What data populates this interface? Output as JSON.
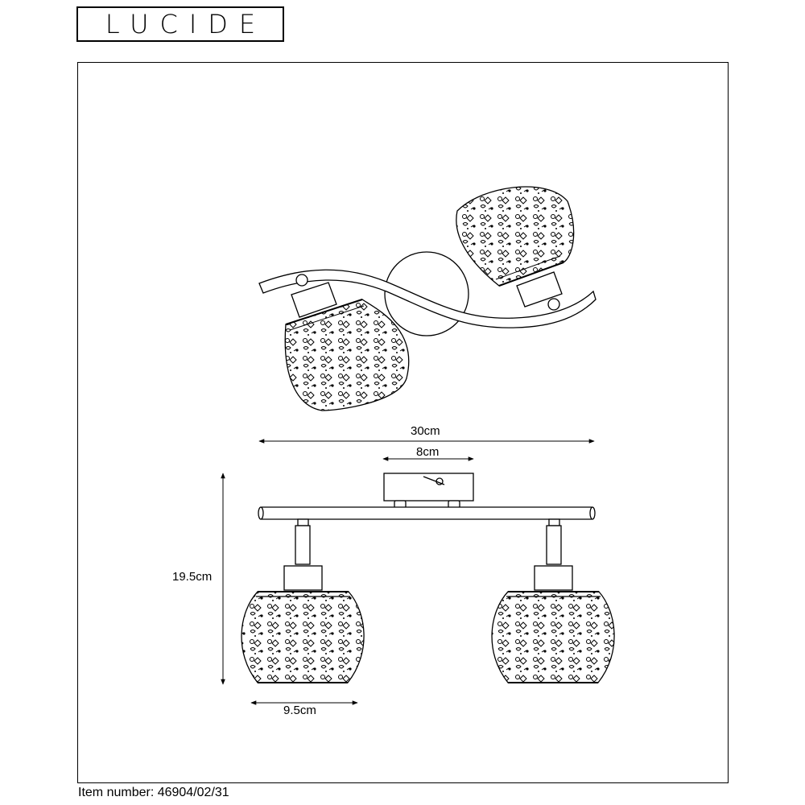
{
  "brand": {
    "logo_text": "LUCIDE"
  },
  "dimensions": {
    "total_width": "30cm",
    "base_width": "8cm",
    "height": "19.5cm",
    "shade_width": "9.5cm"
  },
  "footer": {
    "item_number": "Item number: 46904/02/31"
  }
}
